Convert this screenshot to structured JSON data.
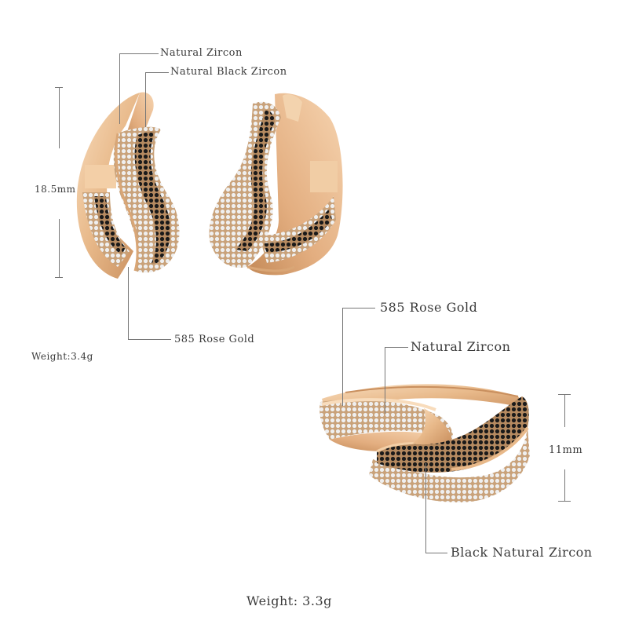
{
  "earrings": {
    "labels": {
      "natural_zircon": "Natural Zircon",
      "natural_black_zircon": "Natural Black Zircon",
      "rose_gold": "585 Rose Gold"
    },
    "dimension": "18.5mm",
    "weight": "Weight:3.4g"
  },
  "ring": {
    "labels": {
      "rose_gold": "585 Rose Gold",
      "natural_zircon": "Natural Zircon",
      "black_natural_zircon": "Black Natural Zircon"
    },
    "dimension": "11mm",
    "weight": "Weight: 3.3g"
  },
  "colors": {
    "rose_gold": "#e8b98a",
    "rose_gold_shadow": "#c98f5e",
    "rose_gold_highlight": "#f8dcbc",
    "black_zircon": "#1a1a1a",
    "white_zircon": "#eeeeee",
    "leader_line": "#777777"
  }
}
